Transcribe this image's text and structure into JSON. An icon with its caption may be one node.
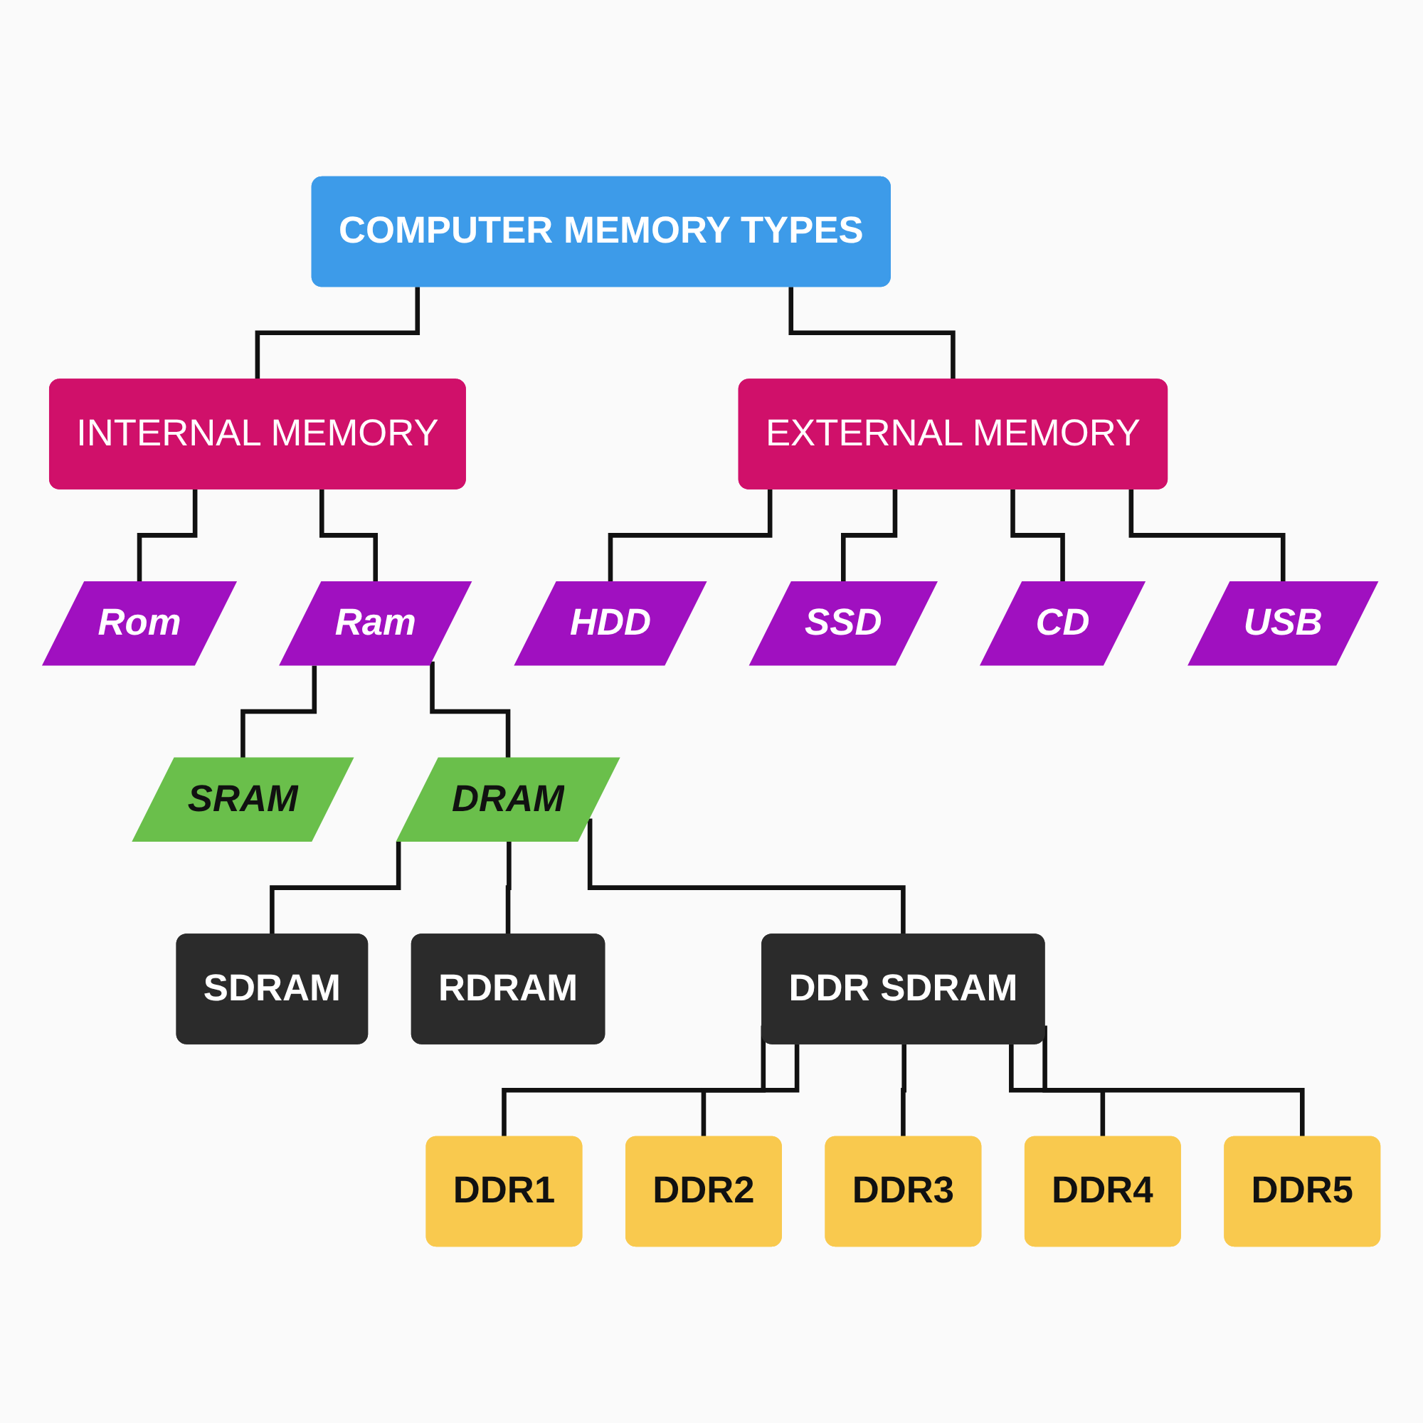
{
  "diagram": {
    "nodes": [
      {
        "text": [
          "COMPUTER MEMORY TYPES"
        ]
      },
      {
        "text": [
          "INTERNAL MEMORY"
        ]
      },
      {
        "text": [
          "EXTERNAL MEMORY"
        ]
      },
      {
        "text": [
          "Rom"
        ]
      },
      {
        "text": [
          "Ram"
        ]
      },
      {
        "text": [
          "HDD"
        ]
      },
      {
        "text": [
          "SSD"
        ]
      },
      {
        "text": [
          "CD"
        ]
      },
      {
        "text": [
          "USB"
        ]
      },
      {
        "text": [
          "SRAM"
        ]
      },
      {
        "text": [
          "DRAM"
        ]
      },
      {
        "text": [
          "SDRAM"
        ]
      },
      {
        "text": [
          "RDRAM"
        ]
      },
      {
        "text": [
          "DDR SDRAM"
        ]
      },
      {
        "text": [
          "DDR1"
        ]
      },
      {
        "text": [
          "DDR2"
        ]
      },
      {
        "text": [
          "DDR3"
        ]
      },
      {
        "text": [
          "DDR4"
        ]
      },
      {
        "text": [
          "DDR5"
        ]
      }
    ],
    "edges": [
      {
        "from": 0,
        "to": 1,
        "arrow": "none"
      },
      {
        "from": 0,
        "to": 2,
        "arrow": "none"
      },
      {
        "from": 1,
        "to": 3,
        "arrow": "none"
      },
      {
        "from": 1,
        "to": 4,
        "arrow": "none"
      },
      {
        "from": 2,
        "to": 5,
        "arrow": "none"
      },
      {
        "from": 2,
        "to": 6,
        "arrow": "none"
      },
      {
        "from": 2,
        "to": 7,
        "arrow": "none"
      },
      {
        "from": 2,
        "to": 8,
        "arrow": "none"
      },
      {
        "from": 4,
        "to": 9,
        "arrow": "none"
      },
      {
        "from": 4,
        "to": 10,
        "arrow": "none"
      },
      {
        "from": 10,
        "to": 11,
        "arrow": "none"
      },
      {
        "from": 10,
        "to": 12,
        "arrow": "none"
      },
      {
        "from": 10,
        "to": 13,
        "arrow": "none"
      },
      {
        "from": 13,
        "to": 14,
        "arrow": "none"
      },
      {
        "from": 13,
        "to": 15,
        "arrow": "none"
      },
      {
        "from": 13,
        "to": 16,
        "arrow": "none"
      },
      {
        "from": 13,
        "to": 17,
        "arrow": "none"
      },
      {
        "from": 13,
        "to": 18,
        "arrow": "none"
      }
    ]
  }
}
